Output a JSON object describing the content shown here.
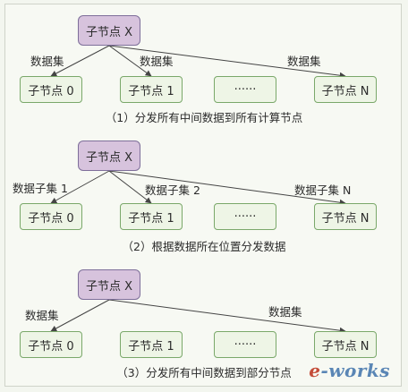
{
  "panels": [
    {
      "top_node": "子节点 X",
      "edge_labels": [
        "数据集",
        "数据集",
        "数据集"
      ],
      "nodes": [
        "子节点 0",
        "子节点 1",
        "······",
        "子节点 N"
      ],
      "caption": "（1）分发所有中间数据到所有计算节点"
    },
    {
      "top_node": "子节点 X",
      "edge_labels": [
        "数据子集 1",
        "数据子集 2",
        "数据子集 N"
      ],
      "nodes": [
        "子节点 0",
        "子节点 1",
        "······",
        "子节点 N"
      ],
      "caption": "（2）根据数据所在位置分发数据"
    },
    {
      "top_node": "子节点 X",
      "edge_labels": [
        "数据集",
        "数据集"
      ],
      "nodes": [
        "子节点 0",
        "子节点 1",
        "······",
        "子节点 N"
      ],
      "caption": "（3）分发所有中间数据到部分节点"
    }
  ],
  "watermark": {
    "e": "e",
    "works": "-works"
  },
  "colors": {
    "top_node_fill": "#d7c3dd",
    "top_node_border": "#7e6f9a",
    "node_fill": "#eef5e6",
    "node_border": "#7aa86a",
    "edge": "#444444"
  }
}
